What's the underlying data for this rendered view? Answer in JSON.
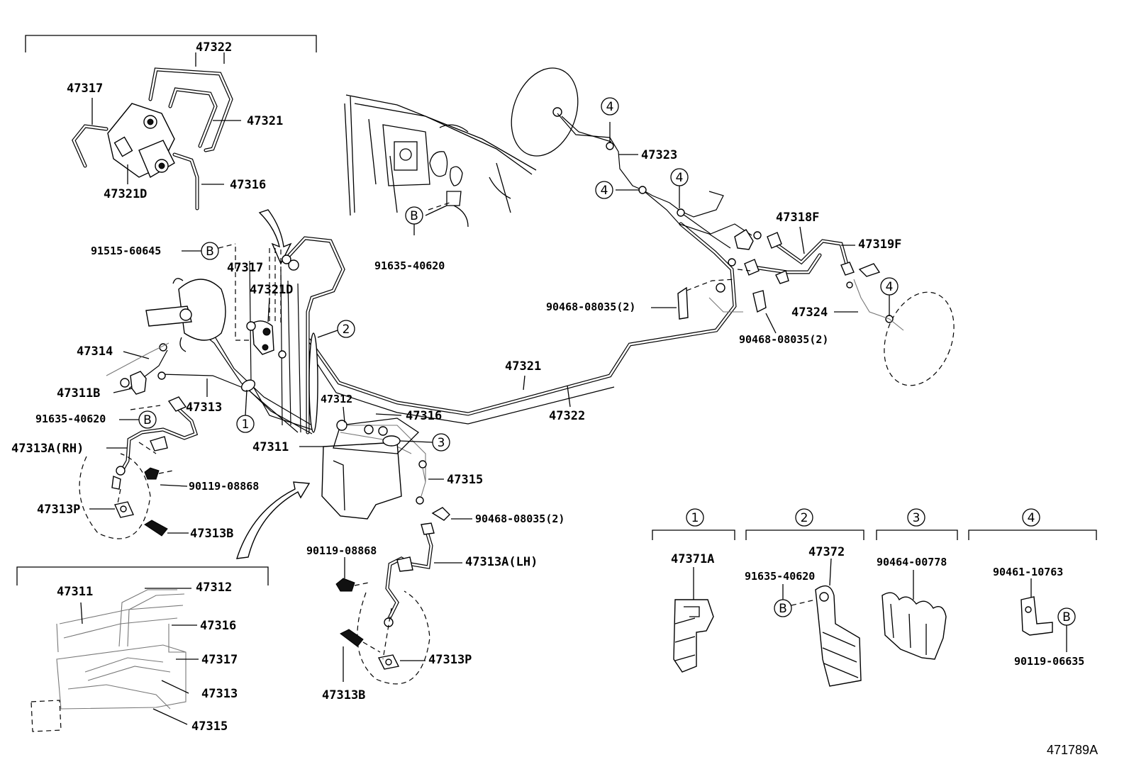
{
  "labels": {
    "p47322_top": "47322",
    "p47317_top": "47317",
    "p47321_top": "47321",
    "p47316_top": "47316",
    "p47321D_top": "47321D",
    "p91515": "91515-60645",
    "p47317_mid": "47317",
    "p47321D_mid": "47321D",
    "p91635_center": "91635-40620",
    "p47314": "47314",
    "p47311B": "47311B",
    "p91635_left": "91635-40620",
    "p47313": "47313",
    "p47313A_RH": "47313A(RH)",
    "p90119_left": "90119-08868",
    "p47313P_left": "47313P",
    "p47313B_left": "47313B",
    "p47312": "47312",
    "p47316_mid": "47316",
    "p47311": "47311",
    "p47315": "47315",
    "p47321_mid": "47321",
    "p47322_mid": "47322",
    "p47323": "47323",
    "p47318F": "47318F",
    "p47319F": "47319F",
    "p90468_a": "90468-08035(2)",
    "p90468_b": "90468-08035(2)",
    "p47324": "47324",
    "p90468_c": "90468-08035(2)",
    "p90119_lh": "90119-08868",
    "p47313A_LH": "47313A(LH)",
    "p47313P_lh": "47313P",
    "p47313B_lh": "47313B",
    "inset_47311": "47311",
    "inset_47312": "47312",
    "inset_47316": "47316",
    "inset_47317": "47317",
    "inset_47313": "47313",
    "inset_47315": "47315",
    "k1_part": "47371A",
    "k2_part": "47372",
    "k2_bolt": "91635-40620",
    "k3_part": "90464-00778",
    "k4_part": "90461-10763",
    "k4_bolt": "90119-06635",
    "figure_id": "471789A"
  },
  "markers": {
    "c1": "1",
    "c2": "2",
    "c3": "3",
    "c4": "4",
    "b": "B"
  }
}
